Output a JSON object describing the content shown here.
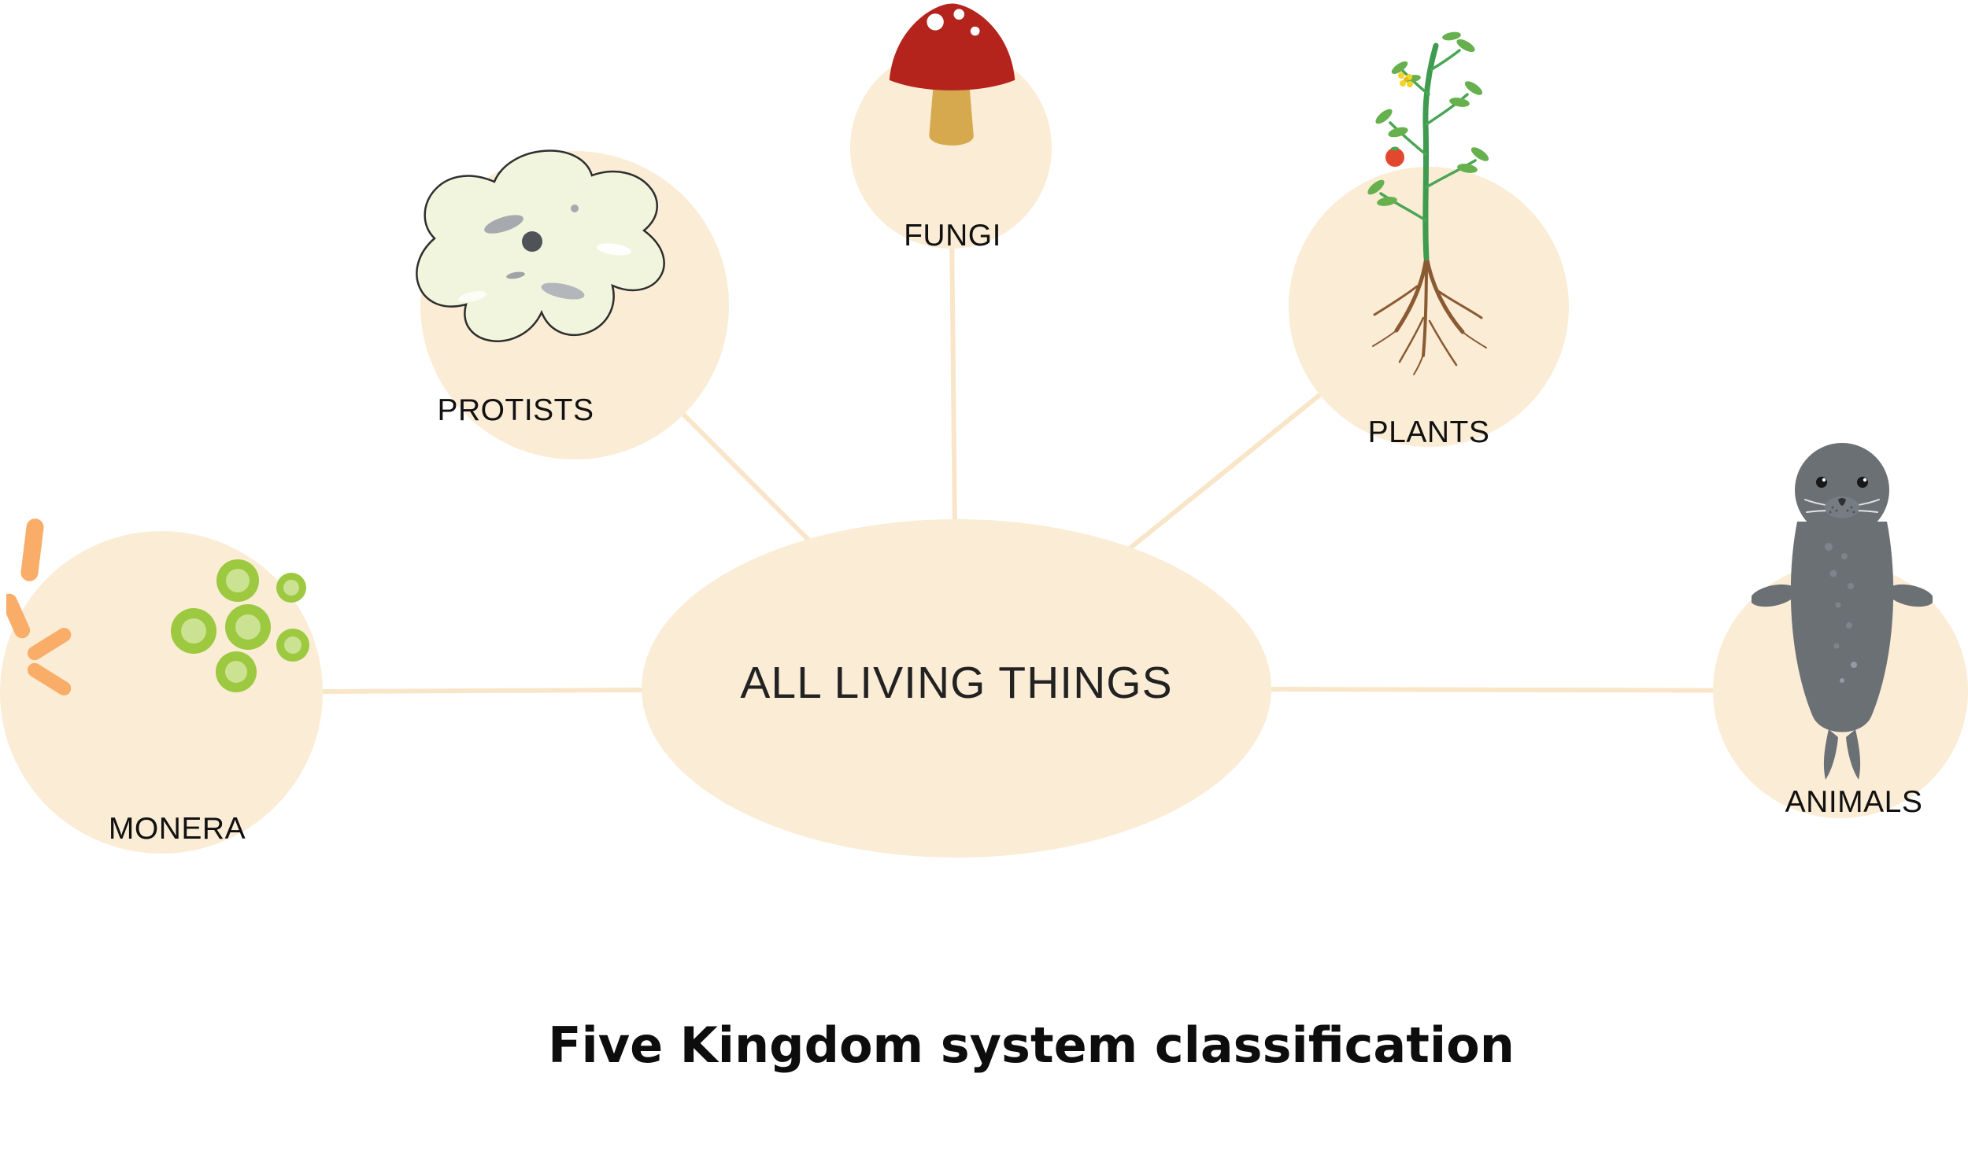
{
  "title": "Five Kingdom system classification",
  "center": {
    "label": "ALL LIVING THINGS"
  },
  "kingdoms": {
    "monera": {
      "label": "MONERA",
      "icon": "bacteria-icon"
    },
    "protists": {
      "label": "PROTISTS",
      "icon": "amoeba-icon"
    },
    "fungi": {
      "label": "FUNGI",
      "icon": "mushroom-icon"
    },
    "plants": {
      "label": "PLANTS",
      "icon": "plant-icon"
    },
    "animals": {
      "label": "ANIMALS",
      "icon": "seal-icon"
    }
  },
  "colors": {
    "node_fill": "#fbecd5",
    "connector": "#f9e6c9",
    "title_color": "#0d0d0d",
    "bacteria_orange": "#f9ad68",
    "cocci_green": "#9cc93f",
    "cocci_green_light": "#cbe293",
    "amoeba_fill": "#f2f5dd",
    "mushroom_cap_red": "#b5231d",
    "mushroom_stem_tan": "#d7a94e",
    "plant_green": "#3f9b4f",
    "leaf_green": "#66b14e",
    "root_brown": "#8a5a33",
    "fruit_red": "#e2482e",
    "flower_yellow": "#f5d327",
    "seal_gray": "#6b7075"
  }
}
